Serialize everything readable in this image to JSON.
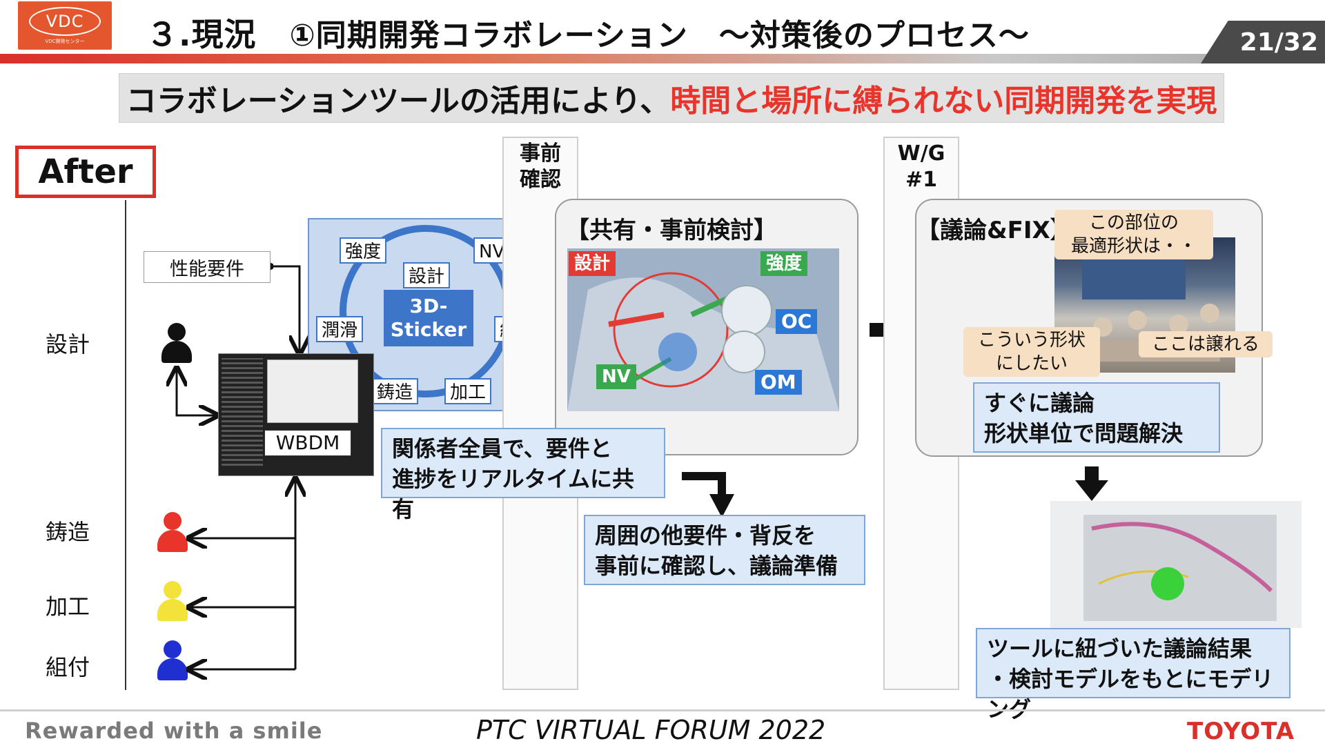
{
  "header": {
    "logo_text": "VDC",
    "logo_sub": "VDC開発センター",
    "title_main": "３.現況",
    "title_sub": "①同期開発コラボレーション　～対策後のプロセス～",
    "page_counter": "21/32"
  },
  "banner": {
    "text_plain": "コラボレーションツールの活用により、",
    "text_highlight": "時間と場所に縛られない同期開発を実現"
  },
  "after_label": "After",
  "roles": [
    "設計",
    "鋳造",
    "加工",
    "組付"
  ],
  "colors": {
    "design": "#000000",
    "casting": "#e8342a",
    "machining": "#f2e23a",
    "assembly": "#1f2fd0",
    "accent_red": "#e8342a",
    "accent_blue": "#3d76c8"
  },
  "left": {
    "perf_label": "性能要件",
    "wbdm_label": "WBDM"
  },
  "sticker": {
    "core": "3D-\nSticker",
    "tags": [
      "強度",
      "NV",
      "設計",
      "潤滑",
      "組付",
      "鋳造",
      "加工"
    ]
  },
  "columns": {
    "pre_check": "事前\n確認",
    "wg": "W/G\n#1"
  },
  "share": {
    "title": "【共有・事前検討】",
    "tags": [
      "設計",
      "強度",
      "OC",
      "NV",
      "OM"
    ],
    "box1": "関係者全員で、要件と\n進捗をリアルタイムに共有",
    "box2": "周囲の他要件・背反を\n事前に確認し、議論準備"
  },
  "discuss": {
    "title": "【議論&FIX】",
    "speech1": "この部位の\n最適形状は・・",
    "speech2": "こういう形状\nにしたい",
    "speech3": "ここは譲れる",
    "box1": "すぐに議論\n形状単位で問題解決",
    "box2": "ツールに紐づいた議論結果\n・検討モデルをもとにモデリング"
  },
  "footer": {
    "left": "Rewarded with a smile",
    "center": "PTC VIRTUAL FORUM 2022",
    "right": "TOYOTA"
  }
}
